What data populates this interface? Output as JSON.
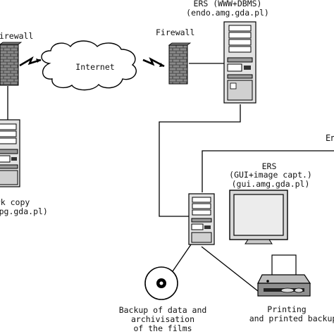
{
  "labels": {
    "firewall_left": "Firewall",
    "firewall_right": "Firewall",
    "internet": "Internet",
    "ers_server_title": "ERS (WWW+DBMS)",
    "ers_server_host": "(endo.amg.gda.pl)",
    "work_copy_title": "Work copy",
    "work_copy_host": "(xxx.pg.gda.pl)",
    "ers_gui_title": "ERS",
    "ers_gui_subtitle": "(GUI+image capt.)",
    "ers_gui_host": "(gui.amg.gda.pl)",
    "backup_line1": "Backup of data and",
    "backup_line2": "archivisation",
    "backup_line3": "of the films",
    "printing_line1": "Printing",
    "printing_line2": "and printed backup",
    "edge_right": "En"
  },
  "colors": {
    "line": "#000000",
    "brick": "#5a5a5a",
    "tower": "#e2e2e2",
    "panel": "#9a9a9a",
    "screen": "#ececec"
  },
  "icons": {
    "firewall": "brick-wall-icon",
    "server": "tower-computer-icon",
    "monitor": "crt-monitor-icon",
    "disc": "cd-disc-icon",
    "printer": "printer-icon",
    "cloud": "internet-cloud-icon",
    "link": "lightning-link-icon"
  }
}
